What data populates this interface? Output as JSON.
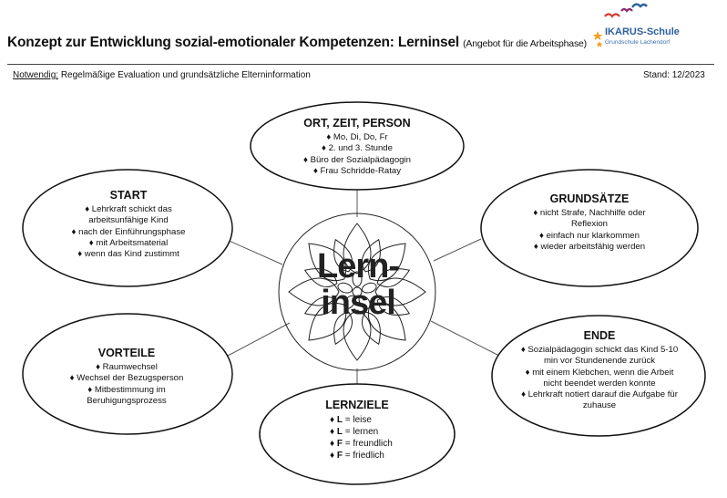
{
  "header": {
    "title": "Konzept zur Entwicklung sozial-emotionaler Kompetenzen: Lerninsel",
    "subtitle": "(Angebot für die Arbeitsphase)",
    "note_label": "Notwendig:",
    "note_text": "Regelmäßige Evaluation und grundsätzliche Elterninformation",
    "stand": "Stand: 12/2023"
  },
  "logo": {
    "name": "IKARUS-Schule",
    "sub": "Grundschule Lachendorf",
    "icon": "birds-star-icon",
    "colors": [
      "#d43a2f",
      "#8a2d6e",
      "#2c5f9e",
      "#f2a022"
    ]
  },
  "center": {
    "line1": "Lern-",
    "line2": "insel"
  },
  "bubbles": {
    "ort": {
      "heading": "ORT, ZEIT, PERSON",
      "items": [
        "Mo, Di, Do, Fr",
        "2. und 3. Stunde",
        "Büro der Sozialpädagogin",
        "Frau Schridde-Ratay"
      ]
    },
    "start": {
      "heading": "START",
      "items": [
        "Lehrkraft schickt das arbeitsunfähige Kind",
        "nach der Einführungsphase",
        "mit Arbeitsmaterial",
        "wenn das Kind zustimmt"
      ]
    },
    "grundsaetze": {
      "heading": "GRUNDSÄTZE",
      "items": [
        "nicht Strafe, Nachhilfe oder Reflexion",
        "einfach nur klarkommen",
        "wieder arbeitsfähig werden"
      ]
    },
    "vorteile": {
      "heading": "VORTEILE",
      "items": [
        "Raumwechsel",
        "Wechsel der Bezugsperson",
        "Mitbestimmung im Beruhigungsprozess"
      ]
    },
    "ende": {
      "heading": "ENDE",
      "items": [
        "Sozialpädagogin schickt das Kind 5-10 min vor Stundenende zurück",
        "mit einem Klebchen, wenn die Arbeit nicht beendet werden konnte",
        "Lehrkraft notiert darauf die Aufgabe für zuhause"
      ]
    },
    "lernziele": {
      "heading": "LERNZIELE",
      "items": [
        {
          "letter": "L",
          "word": "= leise"
        },
        {
          "letter": "L",
          "word": "= lernen"
        },
        {
          "letter": "F",
          "word": "= freundlich"
        },
        {
          "letter": "F",
          "word": "= friedlich"
        }
      ]
    }
  }
}
